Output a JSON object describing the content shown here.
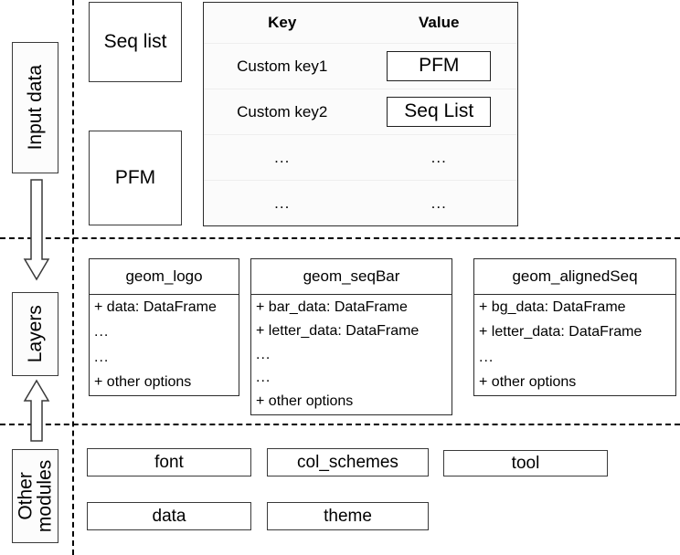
{
  "diagram": {
    "title": "ggseqlogo-style package architecture diagram",
    "stages": [
      {
        "id": "input-data",
        "label": "Input data"
      },
      {
        "id": "layers",
        "label": "Layers"
      },
      {
        "id": "other-modules",
        "label": "Other modules"
      }
    ],
    "input_section": {
      "boxes": [
        {
          "id": "seq-list",
          "label": "Seq list"
        },
        {
          "id": "pfm",
          "label": "PFM"
        }
      ],
      "table": {
        "headers": [
          "Key",
          "Value"
        ],
        "rows": [
          {
            "key": "Custom key1",
            "value": "PFM",
            "value_is_chip": true
          },
          {
            "key": "Custom key2",
            "value": "Seq List",
            "value_is_chip": true
          },
          {
            "key": "...",
            "value": "...",
            "value_is_chip": false
          },
          {
            "key": "...",
            "value": "...",
            "value_is_chip": false
          }
        ]
      }
    },
    "layers_section": {
      "classes": [
        {
          "id": "geom-logo",
          "title": "geom_logo",
          "rows": [
            "+ data: DataFrame",
            "...",
            "...",
            "+ other options"
          ]
        },
        {
          "id": "geom-seqbar",
          "title": "geom_seqBar",
          "rows": [
            "+ bar_data: DataFrame",
            "+ letter_data: DataFrame",
            "...",
            "...",
            "+ other options"
          ]
        },
        {
          "id": "geom-alignedseq",
          "title": "geom_alignedSeq",
          "rows": [
            "+ bg_data: DataFrame",
            "+ letter_data: DataFrame",
            "...",
            "+ other options"
          ]
        }
      ]
    },
    "modules_section": {
      "row1": [
        {
          "id": "font",
          "label": "font"
        },
        {
          "id": "col-schemes",
          "label": "col_schemes"
        },
        {
          "id": "tool",
          "label": "tool"
        }
      ],
      "row2": [
        {
          "id": "data",
          "label": "data"
        },
        {
          "id": "theme",
          "label": "theme"
        }
      ]
    },
    "arrows": [
      {
        "id": "input-to-layers",
        "direction": "down"
      },
      {
        "id": "modules-to-layers",
        "direction": "up"
      }
    ],
    "colors": {
      "background": "#ffffff",
      "stroke": "#3a3a3a",
      "table_background": "#fbfbfb",
      "table_rule": "#eeeeee",
      "text": "#000000"
    }
  }
}
